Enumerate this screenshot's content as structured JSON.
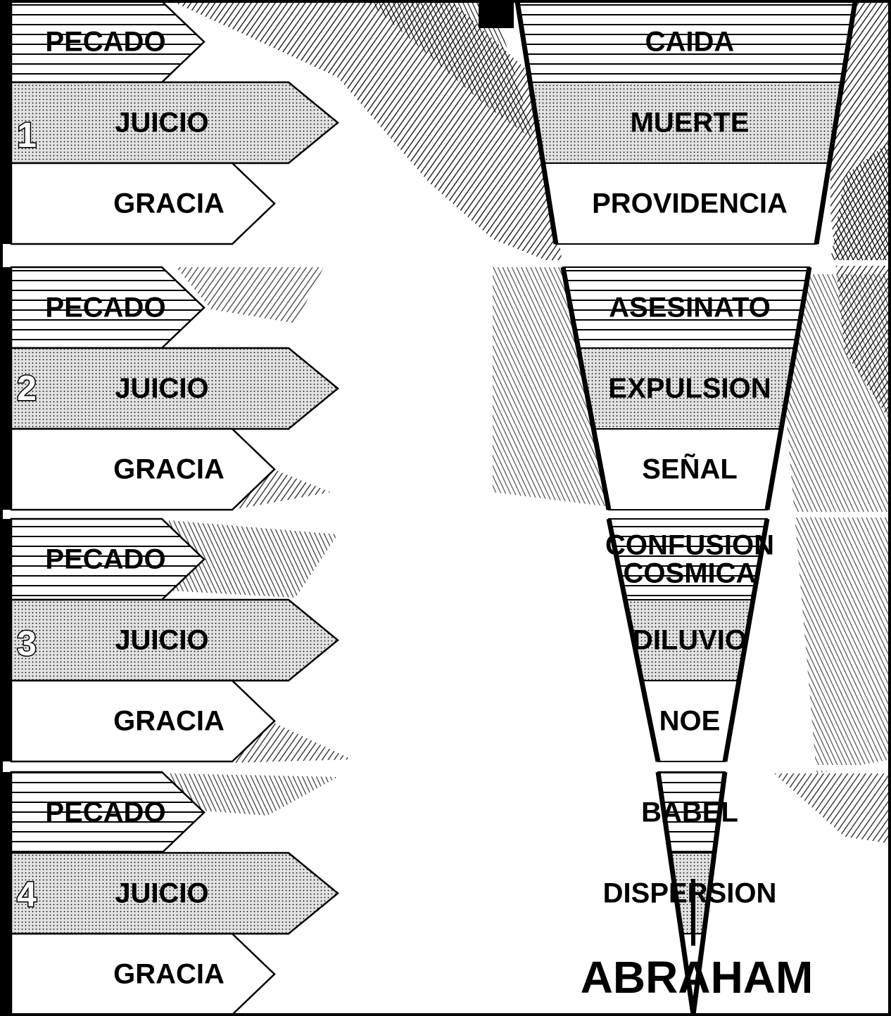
{
  "cycles": [
    {
      "number": "1",
      "arrows": [
        "PECADO",
        "JUICIO",
        "GRACIA"
      ],
      "consequences": [
        "CAIDA",
        "MUERTE",
        "PROVIDENCIA"
      ]
    },
    {
      "number": "2",
      "arrows": [
        "PECADO",
        "JUICIO",
        "GRACIA"
      ],
      "consequences": [
        "ASESINATO",
        "EXPULSION",
        "SEÑAL"
      ]
    },
    {
      "number": "3",
      "arrows": [
        "PECADO",
        "JUICIO",
        "GRACIA"
      ],
      "consequences": [
        "CONFUSION\nCOSMICA",
        "DILUVIO",
        "NOE"
      ]
    },
    {
      "number": "4",
      "arrows": [
        "PECADO",
        "JUICIO",
        "GRACIA"
      ],
      "consequences": [
        "BABEL",
        "DISPERSION",
        ""
      ]
    }
  ],
  "final_label": "ABRAHAM",
  "colors": {
    "ink": "#000000",
    "paper": "#ffffff",
    "stipple": "#d6d6d6"
  }
}
